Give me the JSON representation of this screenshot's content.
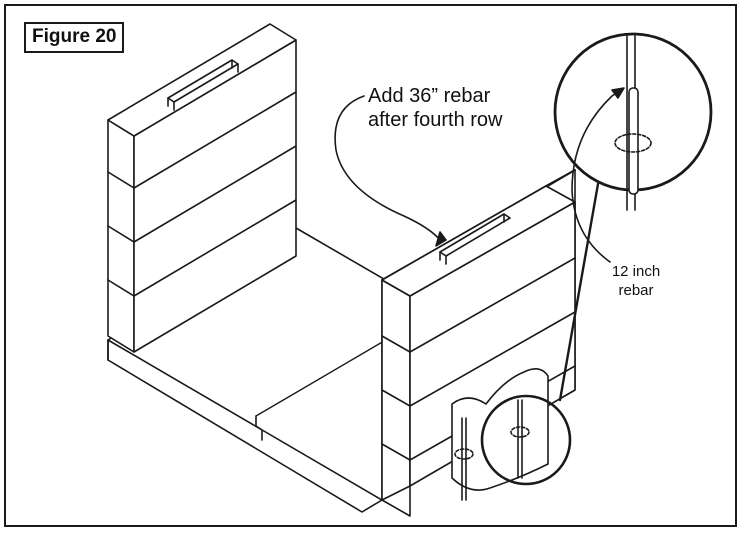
{
  "figure": {
    "label": "Figure 20"
  },
  "callouts": {
    "top_rebar": {
      "line1": "Add 36” rebar",
      "line2": "after fourth row"
    },
    "side_rebar": {
      "line1": "12 inch",
      "line2": "rebar"
    }
  },
  "colors": {
    "stroke": "#1a1a1a",
    "fill": "#ffffff"
  }
}
